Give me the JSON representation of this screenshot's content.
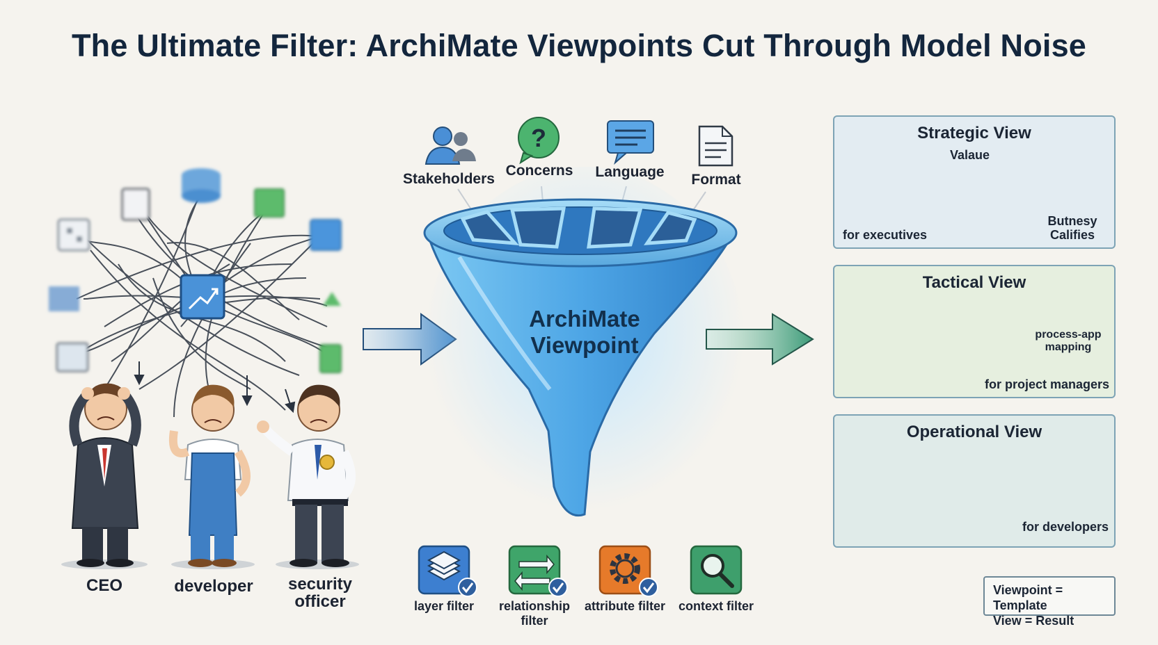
{
  "title": "The Ultimate Filter: ArchiMate Viewpoints Cut Through Model Noise",
  "stakeholders": [
    {
      "label": "CEO"
    },
    {
      "label": "developer"
    },
    {
      "label": "security officer"
    }
  ],
  "funnel": {
    "inputs": [
      {
        "label": "Stakeholders",
        "icon": "people-icon"
      },
      {
        "label": "Concerns",
        "icon": "question-bubble-icon"
      },
      {
        "label": "Language",
        "icon": "speech-bubble-icon"
      },
      {
        "label": "Format",
        "icon": "document-icon"
      }
    ],
    "label_line1": "ArchiMate",
    "label_line2": "Viewpoint",
    "filters": [
      {
        "label": "layer filter",
        "icon": "layers-icon",
        "color": "#3d7fd0",
        "checked": true
      },
      {
        "label": "relationship filter",
        "icon": "swap-arrows-icon",
        "color": "#3fa56a",
        "checked": true
      },
      {
        "label": "attribute filter",
        "icon": "gear-icon",
        "color": "#e67a2a",
        "checked": true
      },
      {
        "label": "context filter",
        "icon": "magnifier-icon",
        "color": "#3e9f6c",
        "checked": false
      }
    ]
  },
  "views": [
    {
      "title": "Strategic View",
      "audience": "for executives",
      "value_label": "Valaue",
      "capabilities_label": "Butnesy Califies",
      "bg": "#e3ecf2"
    },
    {
      "title": "Tactical View",
      "audience": "for project managers",
      "mapping_label": "process-app mapping",
      "bg": "#e6efdf"
    },
    {
      "title": "Operational View",
      "audience": "for developers",
      "bg": "#e0ebe9"
    }
  ],
  "note": {
    "line1": "Viewpoint = Template",
    "line2": "View = Result"
  },
  "colors": {
    "title": "#13263d",
    "funnel": "#5fb4ec",
    "arrow_in": "#3f86c8",
    "arrow_out": "#3c9b78",
    "accent_orange": "#e78a32",
    "accent_green": "#5cbb72"
  }
}
